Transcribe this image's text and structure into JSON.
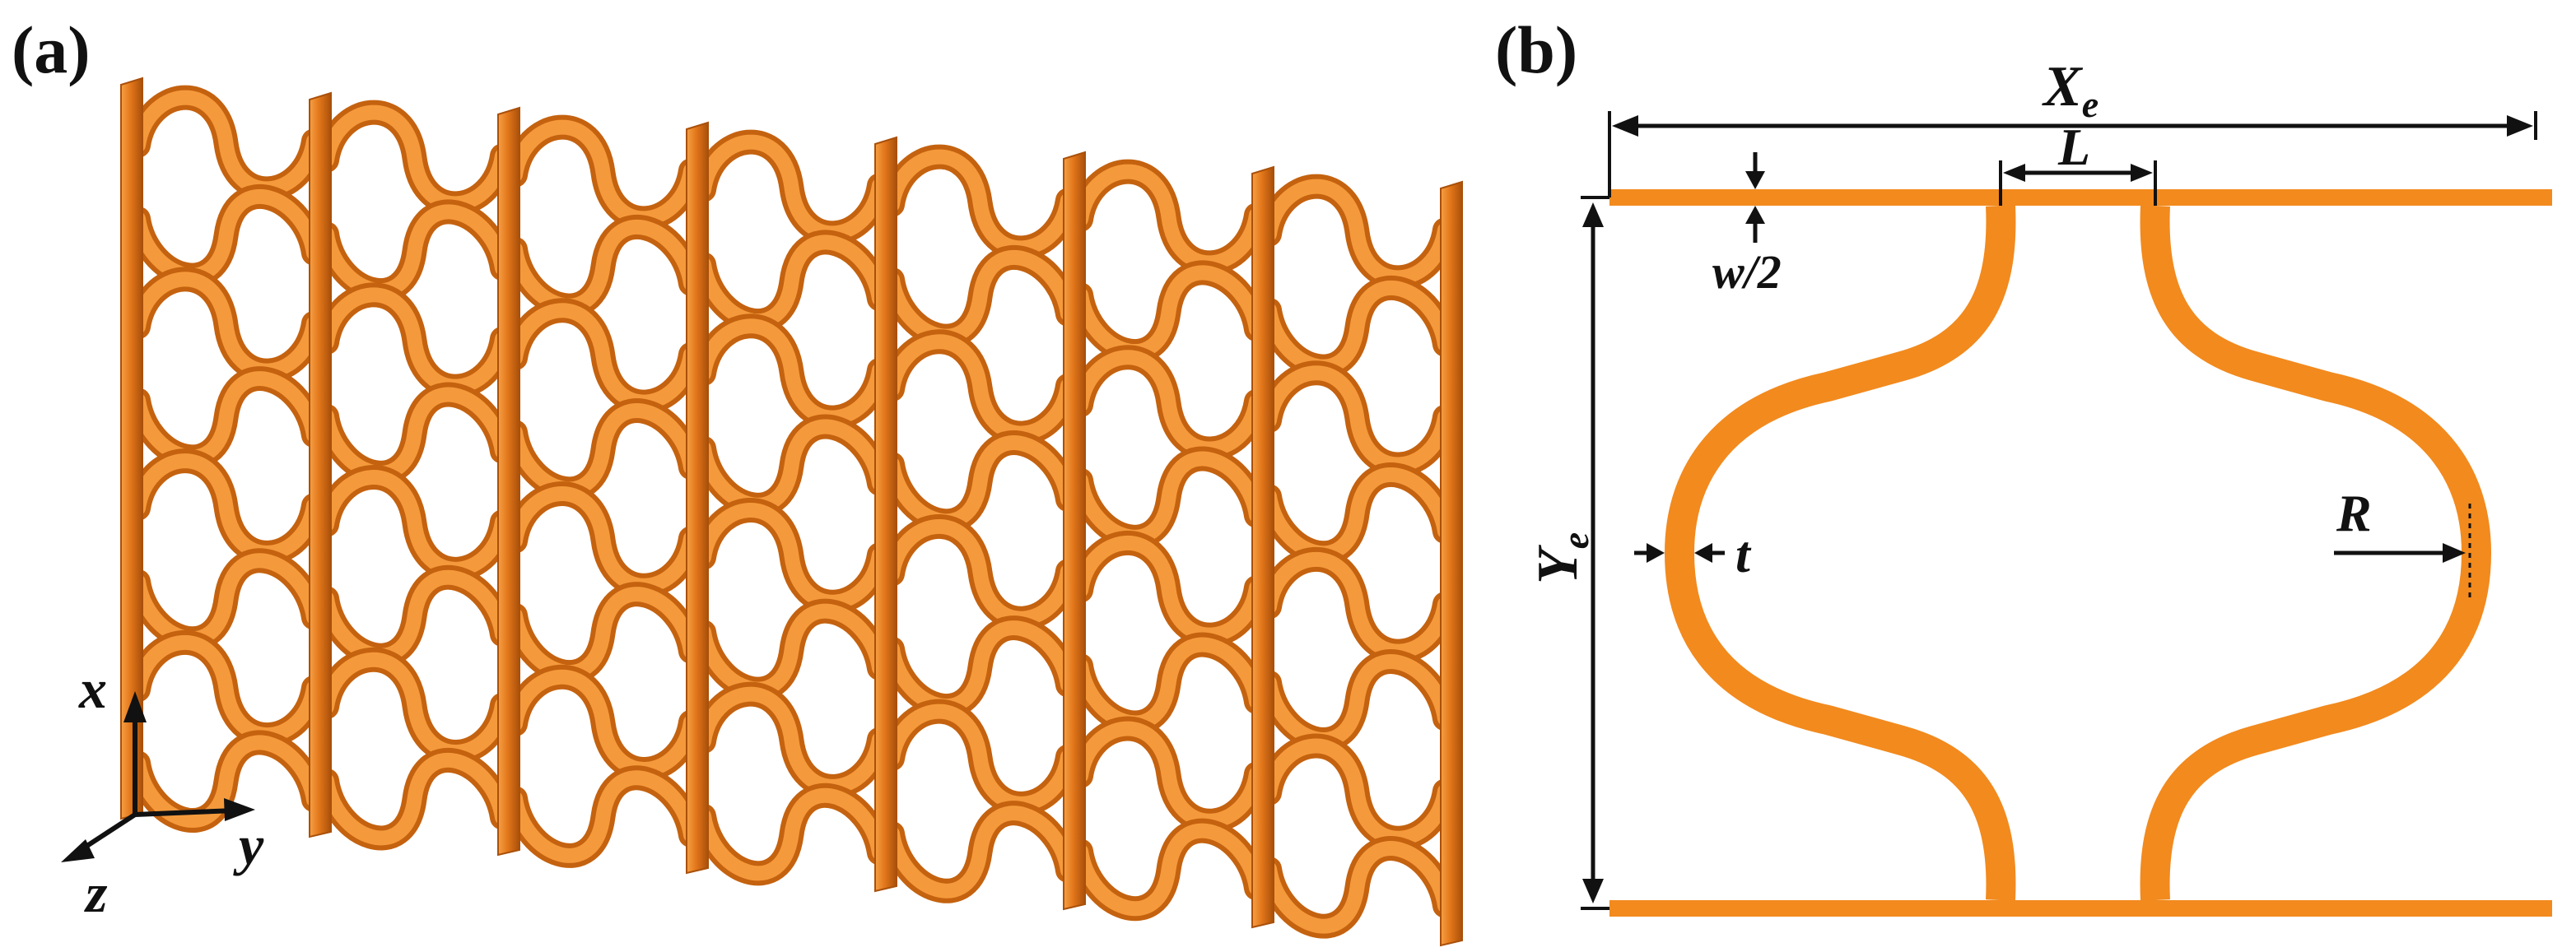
{
  "panels": {
    "a": {
      "label": "(a)"
    },
    "b": {
      "label": "(b)"
    }
  },
  "axes_labels": {
    "x": "x",
    "y": "y",
    "z": "z"
  },
  "dimensions": {
    "Xe": {
      "main": "X",
      "sub": "e"
    },
    "Ye": {
      "main": "Y",
      "sub": "e"
    },
    "L": "L",
    "w2": "w/2",
    "t": "t",
    "R": "R"
  },
  "colors": {
    "structure": "#f28a1e",
    "structure_dark": "#b85a0c",
    "structure_mid": "#d9711a",
    "structure_light": "#f9a64a",
    "ink": "#111111"
  }
}
